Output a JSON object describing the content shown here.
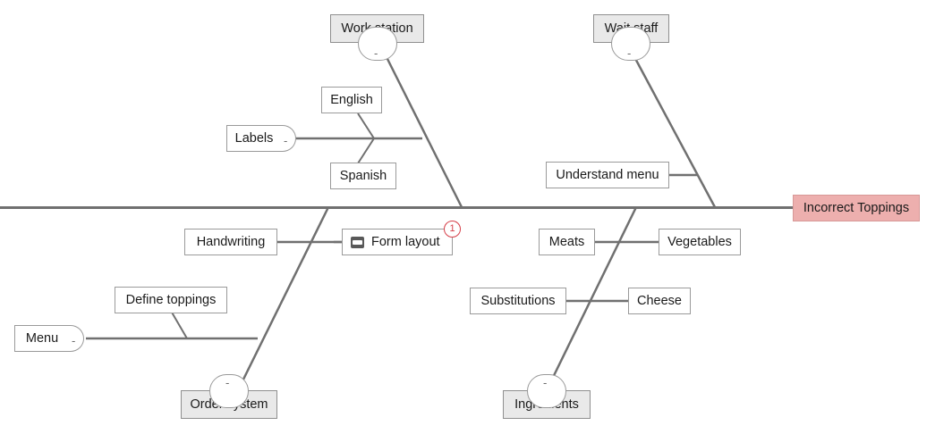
{
  "diagram": {
    "type": "fishbone-ishikawa",
    "effect": {
      "label": "Incorrect Toppings",
      "fill": "#edafae",
      "border": "#d79897"
    },
    "colors": {
      "spine": "#707070",
      "bone": "#707070",
      "node_border": "#9a9a9a",
      "category_fill": "#e9e9e9",
      "node_fill": "#ffffff",
      "badge": "#d6404a",
      "text": "#1a1a1a"
    },
    "categories": [
      {
        "id": "work-station",
        "label": "Work station",
        "side": "top",
        "collapsed_toggle": "-"
      },
      {
        "id": "wait-staff",
        "label": "Wait staff",
        "side": "top",
        "collapsed_toggle": "-"
      },
      {
        "id": "order-system",
        "label": "Order system",
        "side": "bottom",
        "collapsed_toggle": "-"
      },
      {
        "id": "ingredients",
        "label": "Ingredients",
        "side": "bottom",
        "collapsed_toggle": "-"
      }
    ],
    "causes": [
      {
        "id": "labels",
        "label": "Labels",
        "parent": "work-station",
        "toggle": "-"
      },
      {
        "id": "english",
        "label": "English",
        "parent": "labels"
      },
      {
        "id": "spanish",
        "label": "Spanish",
        "parent": "labels"
      },
      {
        "id": "understand-menu",
        "label": "Understand menu",
        "parent": "wait-staff"
      },
      {
        "id": "menu",
        "label": "Menu",
        "parent": "order-system",
        "toggle": "-"
      },
      {
        "id": "define-toppings",
        "label": "Define toppings",
        "parent": "menu"
      },
      {
        "id": "handwriting",
        "label": "Handwriting",
        "parent": "form-layout"
      },
      {
        "id": "form-layout",
        "label": "Form layout",
        "parent": "order-system",
        "icon": "note-icon",
        "badge": "1"
      },
      {
        "id": "meats",
        "label": "Meats",
        "parent": "vegetables"
      },
      {
        "id": "vegetables",
        "label": "Vegetables",
        "parent": "ingredients"
      },
      {
        "id": "substitutions",
        "label": "Substitutions",
        "parent": "cheese"
      },
      {
        "id": "cheese",
        "label": "Cheese",
        "parent": "ingredients"
      }
    ]
  }
}
